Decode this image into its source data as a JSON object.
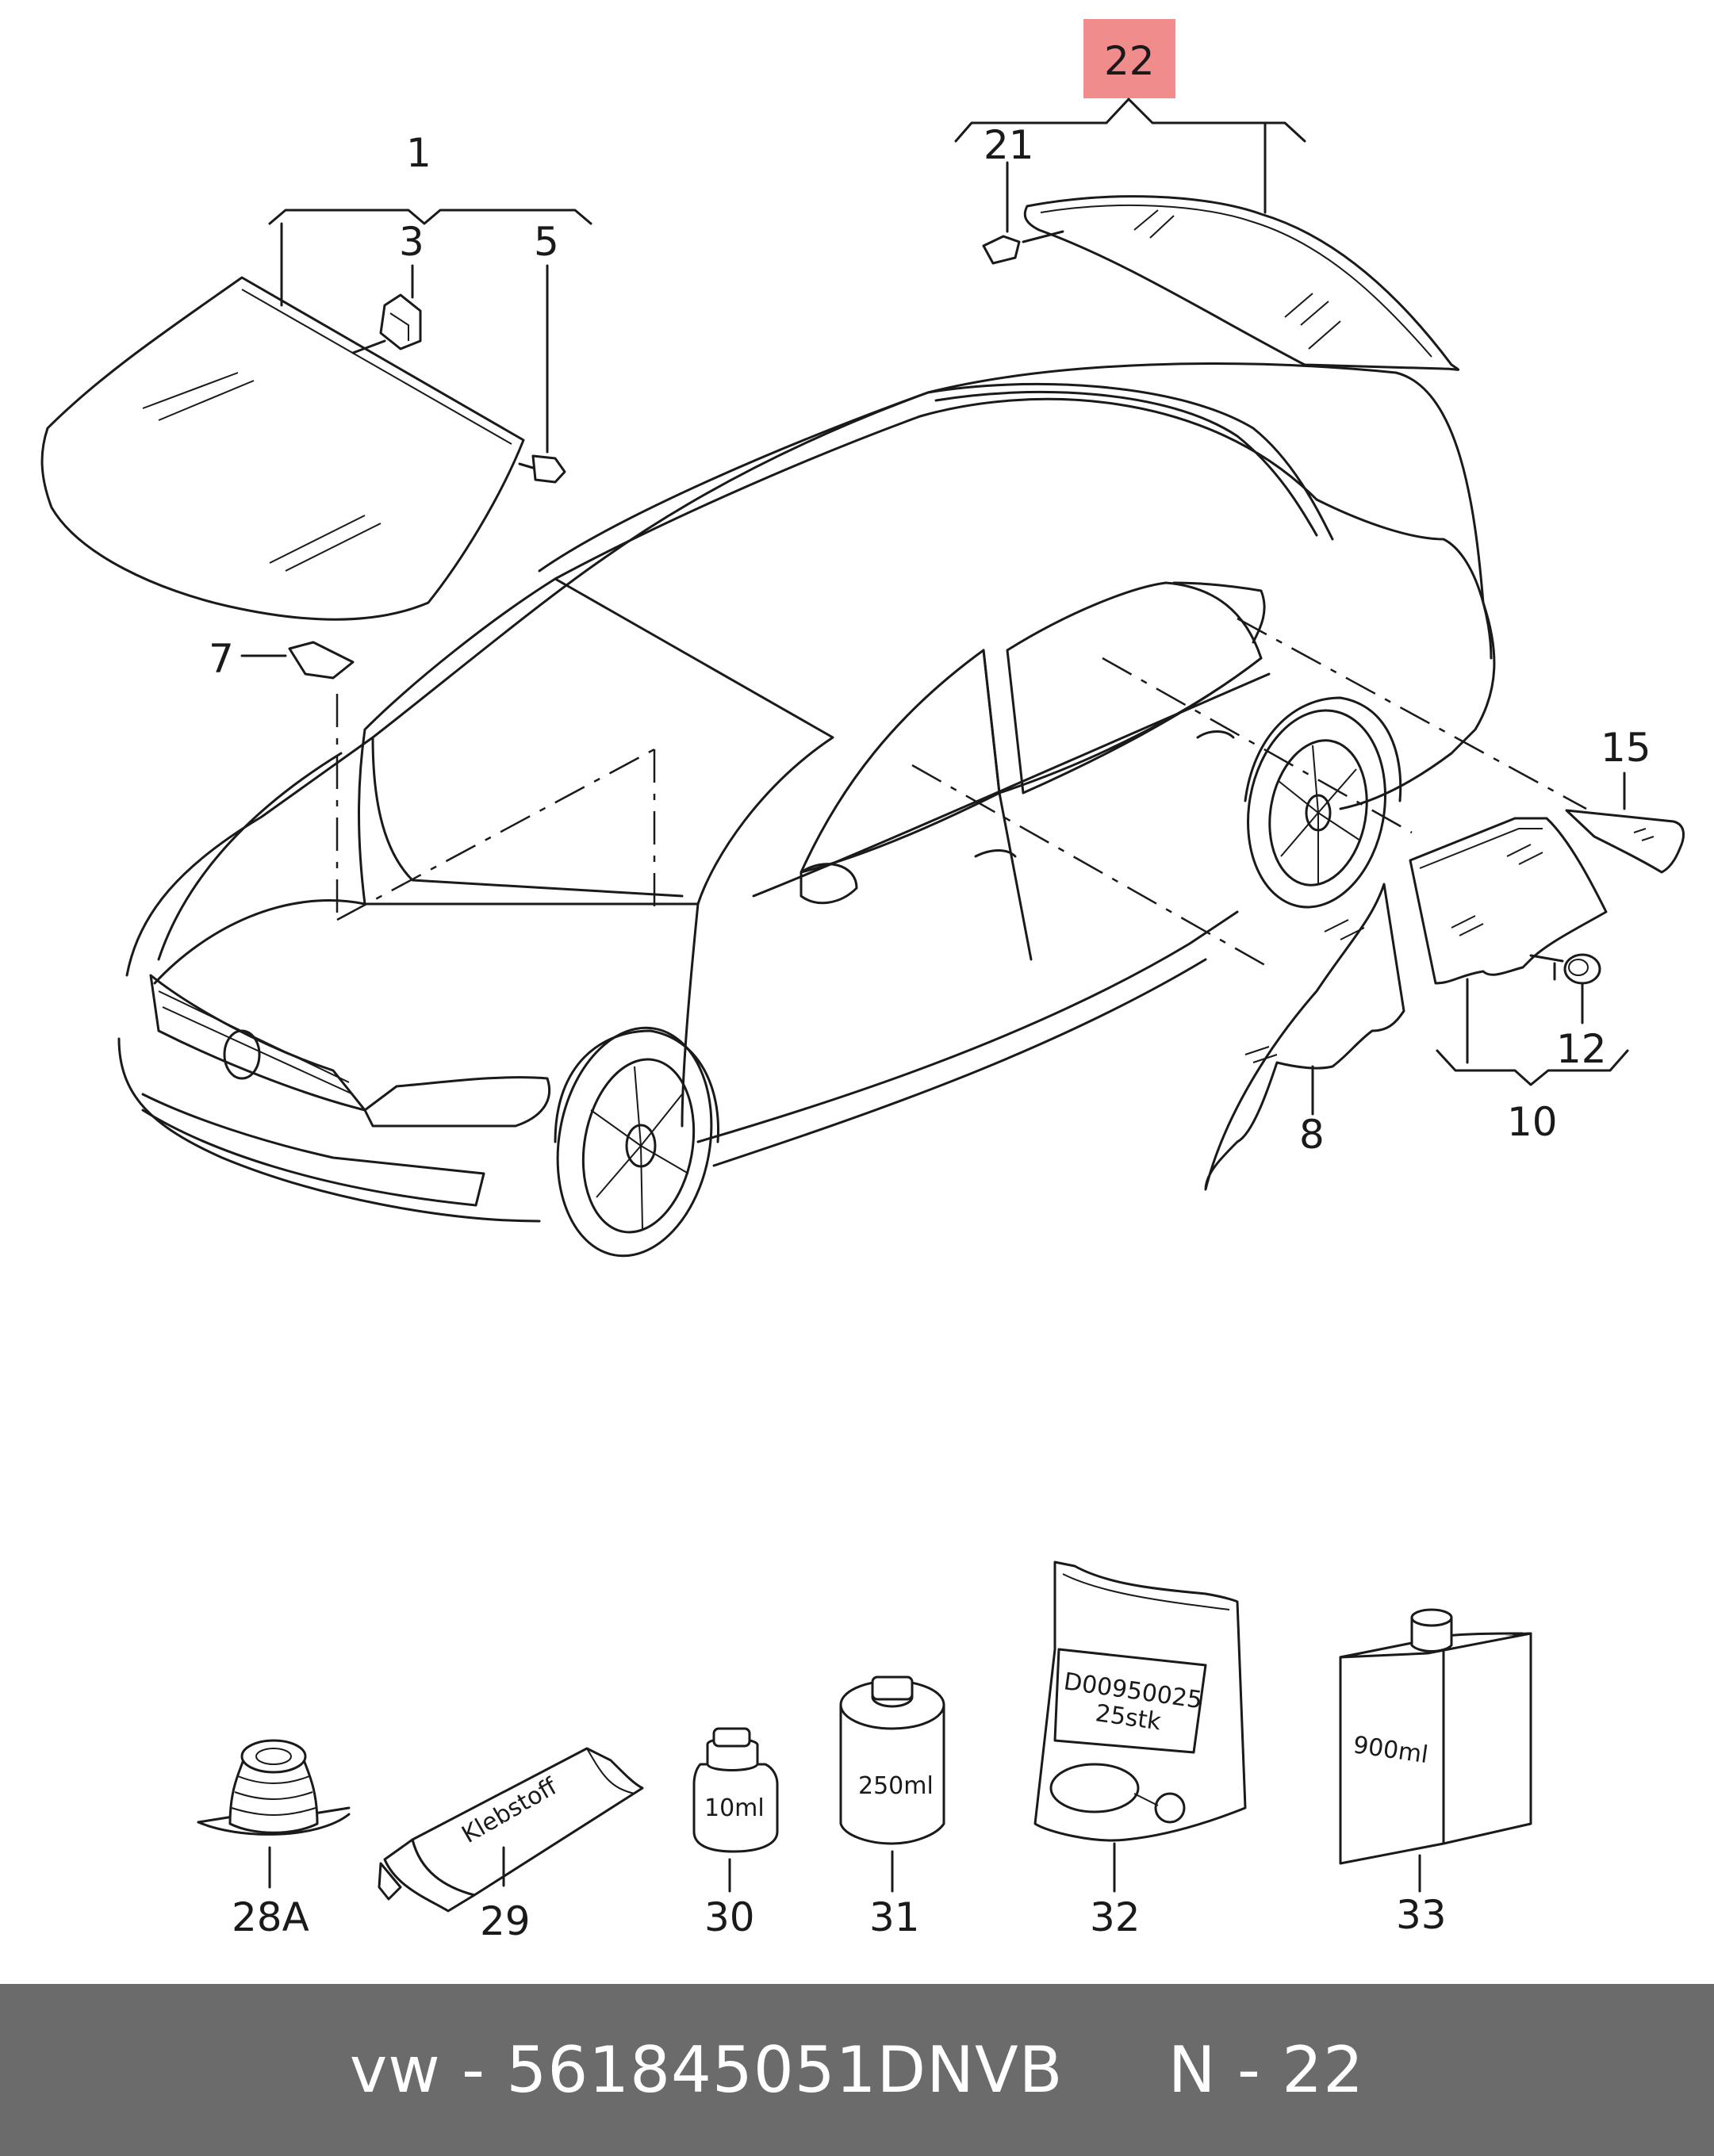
{
  "colors": {
    "highlight": "#f08c8c",
    "footer_bg": "#6b6b6b",
    "line": "#1a1a1a"
  },
  "callouts": {
    "c1": "1",
    "c3": "3",
    "c5": "5",
    "c7": "7",
    "c8": "8",
    "c10": "10",
    "c12": "12",
    "c15": "15",
    "c21": "21",
    "c22": "22",
    "c28a": "28A",
    "c29": "29",
    "c30": "30",
    "c31": "31",
    "c32": "32",
    "c33": "33"
  },
  "product_labels": {
    "tube": "Klebstoff",
    "bottle_small": "10ml",
    "can": "250ml",
    "bag_code": "D00950025",
    "bag_qty": "25stk",
    "box": "900ml"
  },
  "footer": {
    "text": "vw - 561845051DNVB     N - 22"
  }
}
